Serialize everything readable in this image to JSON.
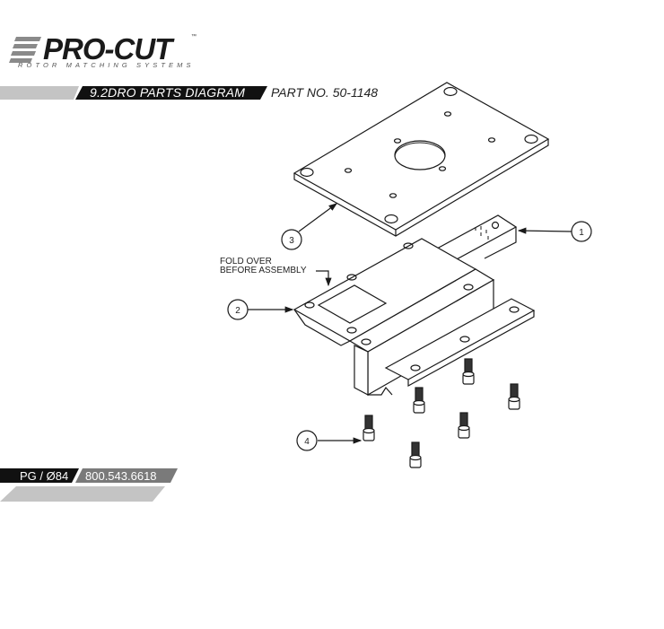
{
  "brand": {
    "name": "PRO-CUT",
    "trademark": "™",
    "tagline": "ROTOR MATCHING SYSTEMS"
  },
  "header": {
    "title": "9.2DRO  PARTS DIAGRAM",
    "part_number": "PART NO. 50-1148"
  },
  "diagram": {
    "callouts": [
      {
        "id": "1",
        "label": "1"
      },
      {
        "id": "2",
        "label": "2"
      },
      {
        "id": "3",
        "label": "3"
      },
      {
        "id": "4",
        "label": "4"
      }
    ],
    "note_line1": "FOLD OVER",
    "note_line2": "BEFORE ASSEMBLY"
  },
  "footer": {
    "page": "PG / Ø84",
    "phone": "800.543.6618"
  },
  "colors": {
    "black_bar": "#111111",
    "grey_bar": "#c4c4c4",
    "dark_grey_bar": "#7a7a7a",
    "line": "#1a1a1a"
  }
}
